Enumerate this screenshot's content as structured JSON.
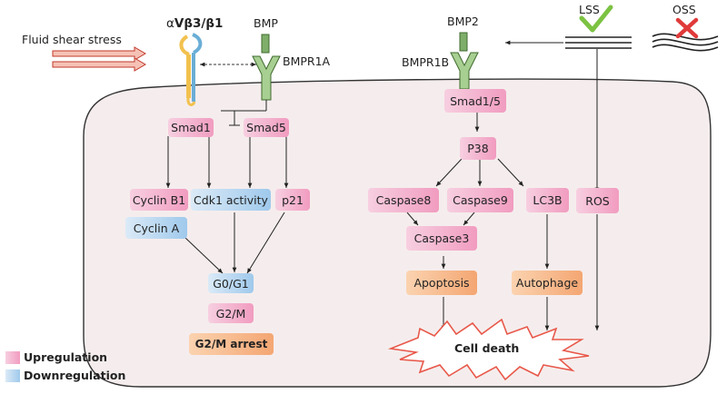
{
  "labels": {
    "fluid_shear_stress": "Fluid shear stress",
    "integrin_prefix": "α",
    "integrin_bold": "Vβ3/β1",
    "bmp": "BMP",
    "bmpr1a": "BMPR1A",
    "bmp2": "BMP2",
    "bmpr1b": "BMPR1B",
    "lss": "LSS",
    "oss": "OSS"
  },
  "nodes": {
    "smad1": "Smad1",
    "smad5": "Smad5",
    "cyclin_b1": "Cyclin B1",
    "cdk1": "Cdk1 activity",
    "p21": "p21",
    "cyclin_a": "Cyclin A",
    "g0g1": "G0/G1",
    "g2m": "G2/M",
    "g2m_arrest": "G2/M arrest",
    "smad15": "Smad1/5",
    "p38": "P38",
    "caspase8": "Caspase8",
    "caspase9": "Caspase9",
    "lc3b": "LC3B",
    "ros": "ROS",
    "caspase3": "Caspase3",
    "apoptosis": "Apoptosis",
    "autophage": "Autophage",
    "cell_death": "Cell death"
  },
  "legend": {
    "upregulation": "Upregulation",
    "downregulation": "Downregulation"
  },
  "colors": {
    "upregulation": "#f19cc0",
    "downregulation": "#9fc9ec",
    "outcome": "#f4a672",
    "cell_fill": "#f6eeee",
    "check": "#7cc242",
    "cross": "#e03a3a"
  }
}
